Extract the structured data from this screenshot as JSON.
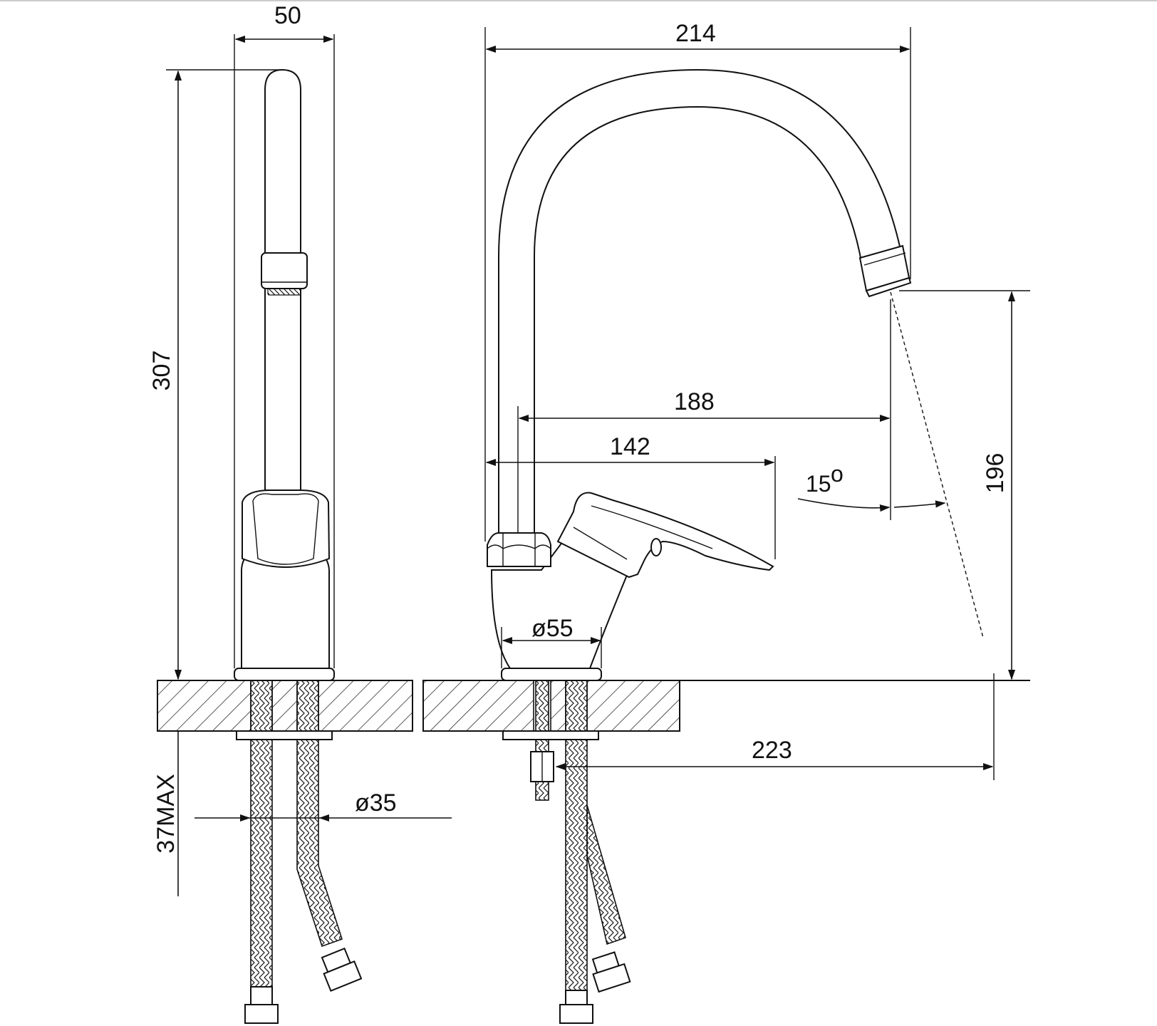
{
  "dimensions": {
    "width_side": "50",
    "height_total": "307",
    "max_thickness": "37MAX",
    "hose_diameter": "ø35",
    "spout_span": "214",
    "spout_reach": "188",
    "handle_reach": "142",
    "angle": "15",
    "spout_height": "196",
    "base_diameter": "ø55",
    "tail_reach": "223"
  },
  "colors": {
    "line": "#111111",
    "background": "#ffffff"
  }
}
